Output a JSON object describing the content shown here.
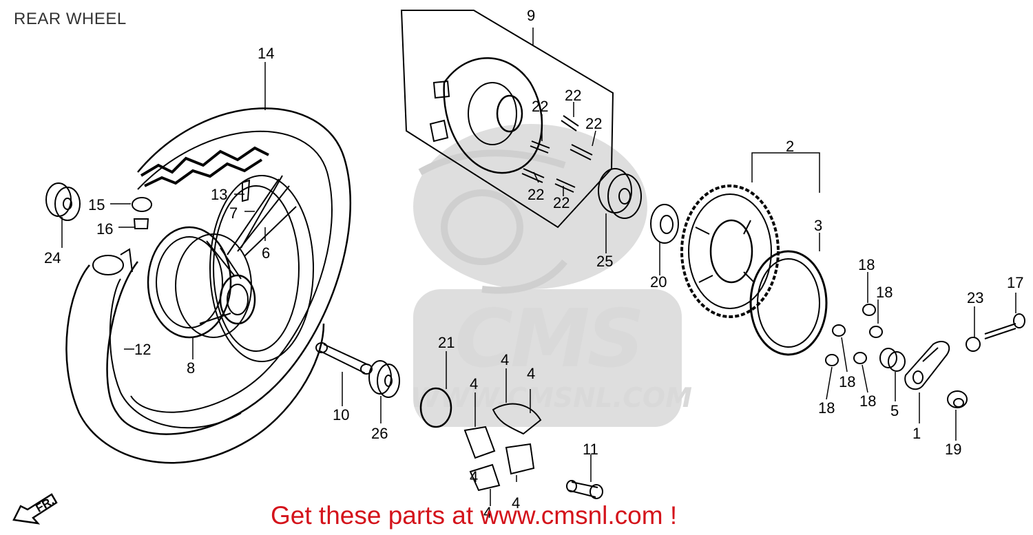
{
  "title": "REAR WHEEL",
  "footer": "Get these parts at www.cmsnl.com !",
  "watermark": {
    "brand": "CMS",
    "url": "WWW.CMSNL.COM"
  },
  "direction_marker": "FR.",
  "callouts": {
    "c1": "1",
    "c2": "2",
    "c3": "3",
    "c4a": "4",
    "c4b": "4",
    "c4c": "4",
    "c4d": "4",
    "c4e": "4",
    "c4f": "4",
    "c5": "5",
    "c6": "6",
    "c7": "7",
    "c8": "8",
    "c9": "9",
    "c10": "10",
    "c11": "11",
    "c12": "12",
    "c13": "13",
    "c14": "14",
    "c15": "15",
    "c16": "16",
    "c17": "17",
    "c18a": "18",
    "c18b": "18",
    "c18c": "18",
    "c18d": "18",
    "c18e": "18",
    "c19": "19",
    "c20": "20",
    "c21": "21",
    "c22a": "22",
    "c22b": "22",
    "c22c": "22",
    "c22d": "22",
    "c22e": "22",
    "c23": "23",
    "c24": "24",
    "c25": "25",
    "c26": "26"
  },
  "colors": {
    "footer": "#d4131b",
    "watermark": "#d9d9d9",
    "ink": "#000000"
  }
}
